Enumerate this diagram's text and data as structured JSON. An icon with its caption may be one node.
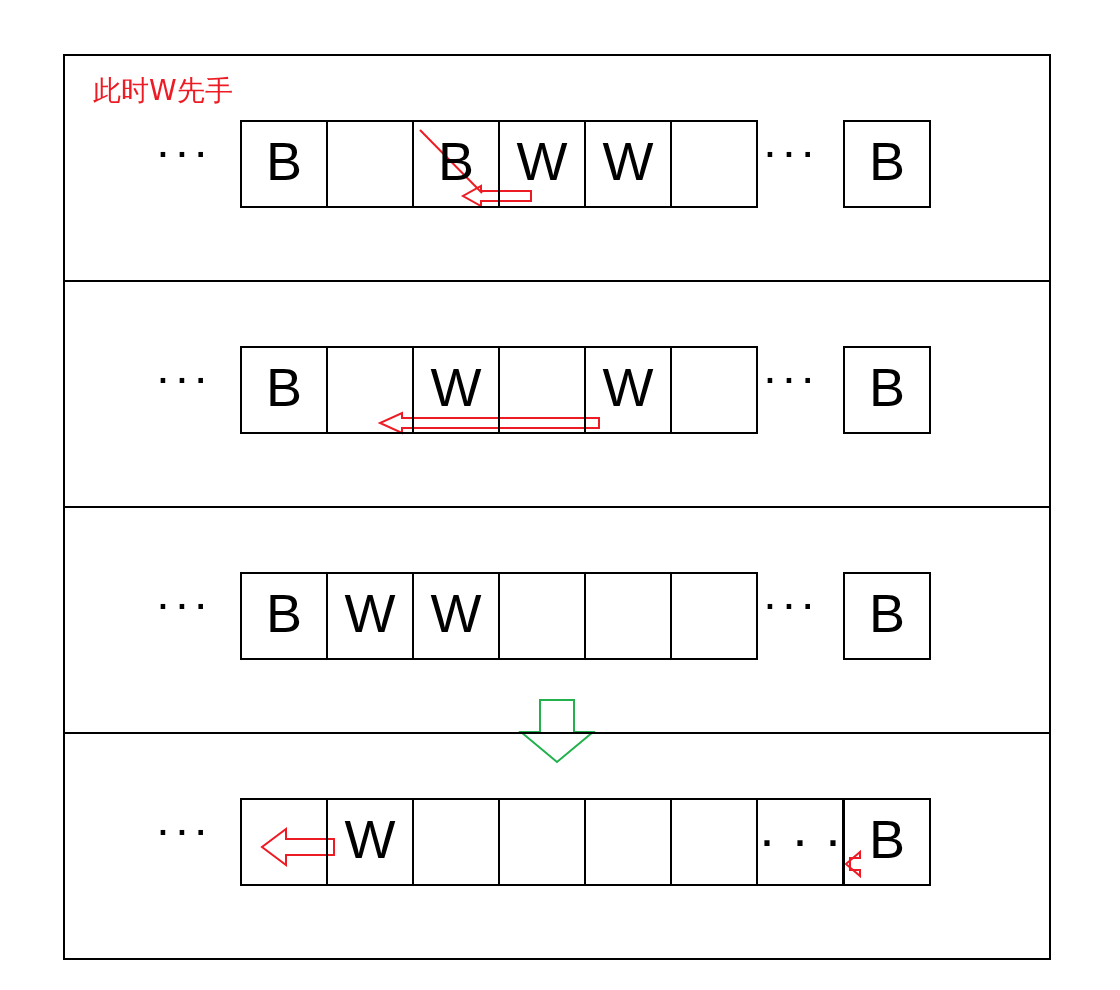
{
  "diagram": {
    "nodes": [
      {
        "text": [
          "此时W先手"
        ]
      },
      {
        "text": [
          "B"
        ],
        "in": 0
      },
      {
        "text": [],
        "shape": "box",
        "in": 0
      },
      {
        "text": [
          "B"
        ],
        "in": 0
      },
      {
        "text": [
          "W"
        ],
        "in": 0
      },
      {
        "text": [
          "W"
        ],
        "in": 0
      },
      {
        "text": [],
        "shape": "box",
        "in": 0
      },
      {
        "text": [
          "B"
        ],
        "in": 0
      },
      {
        "text": [],
        "shape": "box"
      },
      {
        "text": [
          "B"
        ],
        "in": 8
      },
      {
        "text": [],
        "shape": "box",
        "in": 8
      },
      {
        "text": [
          "W"
        ],
        "in": 8
      },
      {
        "text": [],
        "shape": "box",
        "in": 8
      },
      {
        "text": [
          "W"
        ],
        "in": 8
      },
      {
        "text": [],
        "shape": "box",
        "in": 8
      },
      {
        "text": [
          "B"
        ],
        "in": 8
      },
      {
        "text": [],
        "shape": "box"
      },
      {
        "text": [
          "B"
        ],
        "in": 16
      },
      {
        "text": [
          "W"
        ],
        "in": 16
      },
      {
        "text": [
          "W"
        ],
        "in": 16
      },
      {
        "text": [],
        "shape": "box",
        "in": 16
      },
      {
        "text": [],
        "shape": "box",
        "in": 16
      },
      {
        "text": [],
        "shape": "box",
        "in": 16
      },
      {
        "text": [
          "B"
        ],
        "in": 16
      },
      {
        "text": [],
        "shape": "box"
      },
      {
        "text": [],
        "shape": "box",
        "in": 24
      },
      {
        "text": [
          "W"
        ],
        "in": 24
      },
      {
        "text": [],
        "shape": "box",
        "in": 24
      },
      {
        "text": [],
        "shape": "box",
        "in": 24
      },
      {
        "text": [],
        "shape": "box",
        "in": 24
      },
      {
        "text": [],
        "shape": "box",
        "in": 24
      },
      {
        "text": [
          "· · ·"
        ],
        "in": 24
      },
      {
        "text": [
          "B"
        ],
        "in": 24
      }
    ],
    "edges": [
      {
        "from": 4,
        "to": 3,
        "arrow": "to"
      },
      {
        "from": 13,
        "to": 10,
        "arrow": "to"
      },
      {
        "from": 16,
        "to": 24,
        "arrow": "to",
        "color": "#22b14c"
      },
      {
        "from": 26,
        "to": 25,
        "arrow": "to"
      },
      {
        "from": 32,
        "to": 31,
        "arrow": "to"
      }
    ],
    "labels": [
      "· · ·",
      "· · ·",
      "· · ·",
      "· · ·",
      "· · ·",
      "· · ·",
      "· · ·"
    ]
  }
}
